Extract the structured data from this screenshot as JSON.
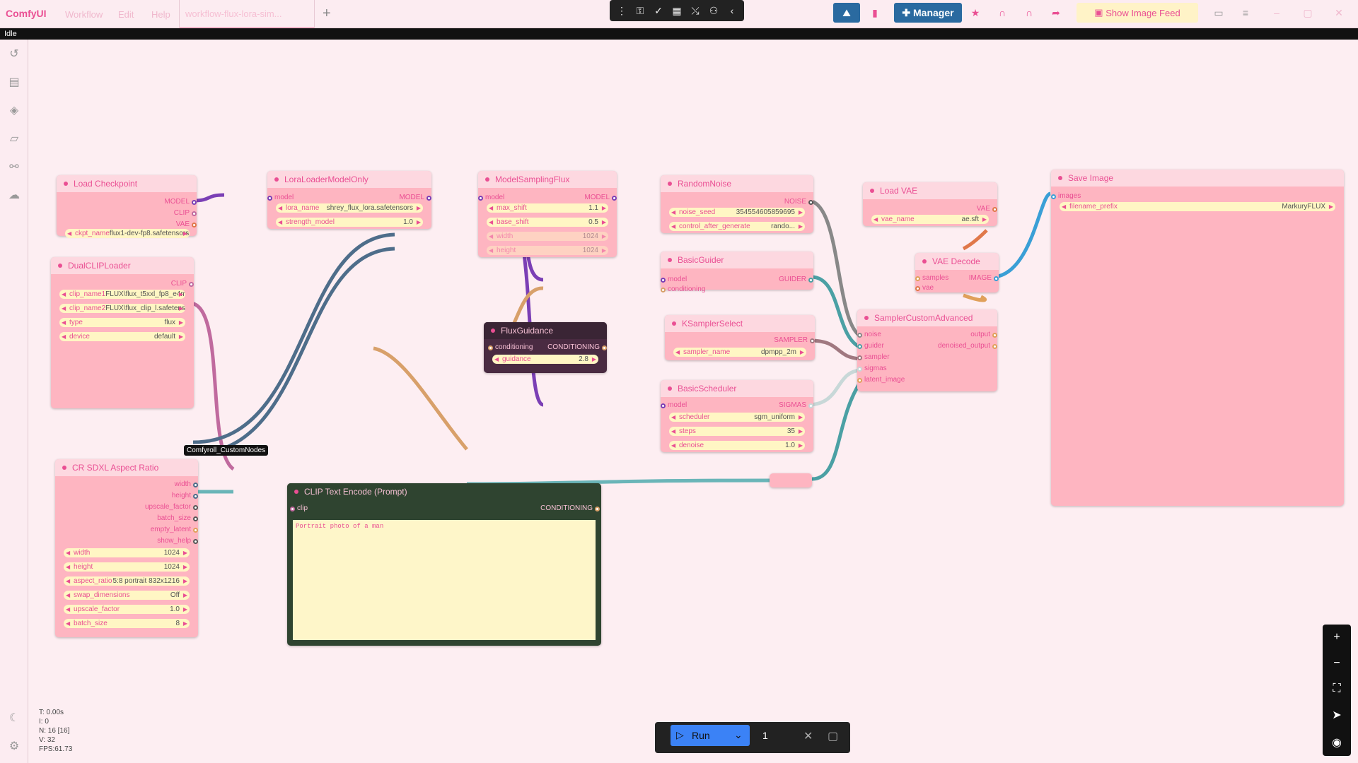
{
  "app": {
    "logo": "ComfyUI",
    "menus": [
      "Workflow",
      "Edit",
      "Help"
    ],
    "tab": "workflow-flux-lora-sim...",
    "status": "Idle"
  },
  "toolbox": [
    "⋮",
    "⚿",
    "✓",
    "▦",
    "⤯",
    "⚇",
    "‹"
  ],
  "topright": {
    "manager": "Manager",
    "feed": "Show Image Feed"
  },
  "nodes": {
    "load_ckpt": {
      "title": "Load Checkpoint",
      "outs": [
        "MODEL",
        "CLIP",
        "VAE"
      ],
      "w": [
        {
          "n": "ckpt_name",
          "v": "flux1-dev-fp8.safetensors"
        }
      ]
    },
    "lora": {
      "title": "LoraLoaderModelOnly",
      "in": "model",
      "out": "MODEL",
      "w": [
        {
          "n": "lora_name",
          "v": "shrey_flux_lora.safetensors"
        },
        {
          "n": "strength_model",
          "v": "1.0"
        }
      ]
    },
    "msf": {
      "title": "ModelSamplingFlux",
      "in": "model",
      "out": "MODEL",
      "w": [
        {
          "n": "max_shift",
          "v": "1.1"
        },
        {
          "n": "base_shift",
          "v": "0.5"
        },
        {
          "n": "width",
          "v": "1024"
        },
        {
          "n": "height",
          "v": "1024"
        }
      ]
    },
    "noise": {
      "title": "RandomNoise",
      "out": "NOISE",
      "w": [
        {
          "n": "noise_seed",
          "v": "354554605859695"
        },
        {
          "n": "control_after_generate",
          "v": "rando..."
        }
      ]
    },
    "loadvae": {
      "title": "Load VAE",
      "out": "VAE",
      "w": [
        {
          "n": "vae_name",
          "v": "ae.sft"
        }
      ]
    },
    "save": {
      "title": "Save Image",
      "in": "images",
      "w": [
        {
          "n": "filename_prefix",
          "v": "MarkuryFLUX"
        }
      ]
    },
    "dualclip": {
      "title": "DualCLIPLoader",
      "out": "CLIP",
      "w": [
        {
          "n": "clip_name1",
          "v": "FLUX\\flux_t5xxl_fp8_e4m3fn...."
        },
        {
          "n": "clip_name2",
          "v": "FLUX\\flux_clip_l.safetensors"
        },
        {
          "n": "type",
          "v": "flux"
        },
        {
          "n": "device",
          "v": "default"
        }
      ]
    },
    "guider": {
      "title": "BasicGuider",
      "ins": [
        "model",
        "conditioning"
      ],
      "out": "GUIDER"
    },
    "vaedecode": {
      "title": "VAE Decode",
      "ins": [
        "samples",
        "vae"
      ],
      "out": "IMAGE"
    },
    "fluxguid": {
      "title": "FluxGuidance",
      "in": "conditioning",
      "out": "CONDITIONING",
      "w": [
        {
          "n": "guidance",
          "v": "2.8"
        }
      ]
    },
    "ksel": {
      "title": "KSamplerSelect",
      "out": "SAMPLER",
      "w": [
        {
          "n": "sampler_name",
          "v": "dpmpp_2m"
        }
      ]
    },
    "sca": {
      "title": "SamplerCustomAdvanced",
      "ins": [
        "noise",
        "guider",
        "sampler",
        "sigmas",
        "latent_image"
      ],
      "outs": [
        "output",
        "denoised_output"
      ]
    },
    "sched": {
      "title": "BasicScheduler",
      "in": "model",
      "out": "SIGMAS",
      "w": [
        {
          "n": "scheduler",
          "v": "sgm_uniform"
        },
        {
          "n": "steps",
          "v": "35"
        },
        {
          "n": "denoise",
          "v": "1.0"
        }
      ]
    },
    "aspect": {
      "title": "CR SDXL Aspect Ratio",
      "badge": "Comfyroll_CustomNodes",
      "outs": [
        "width",
        "height",
        "upscale_factor",
        "batch_size",
        "empty_latent",
        "show_help"
      ],
      "w": [
        {
          "n": "width",
          "v": "1024"
        },
        {
          "n": "height",
          "v": "1024"
        },
        {
          "n": "aspect_ratio",
          "v": "5:8 portrait 832x1216"
        },
        {
          "n": "swap_dimensions",
          "v": "Off"
        },
        {
          "n": "upscale_factor",
          "v": "1.0"
        },
        {
          "n": "batch_size",
          "v": "8"
        }
      ]
    },
    "clipenc": {
      "title": "CLIP Text Encode (Prompt)",
      "in": "clip",
      "out": "CONDITIONING",
      "text": "Portrait photo of a man"
    }
  },
  "run": {
    "label": "Run",
    "count": "1"
  },
  "stats": [
    "T: 0.00s",
    "I: 0",
    "N: 16 [16]",
    "V: 32",
    "FPS:61.73"
  ]
}
